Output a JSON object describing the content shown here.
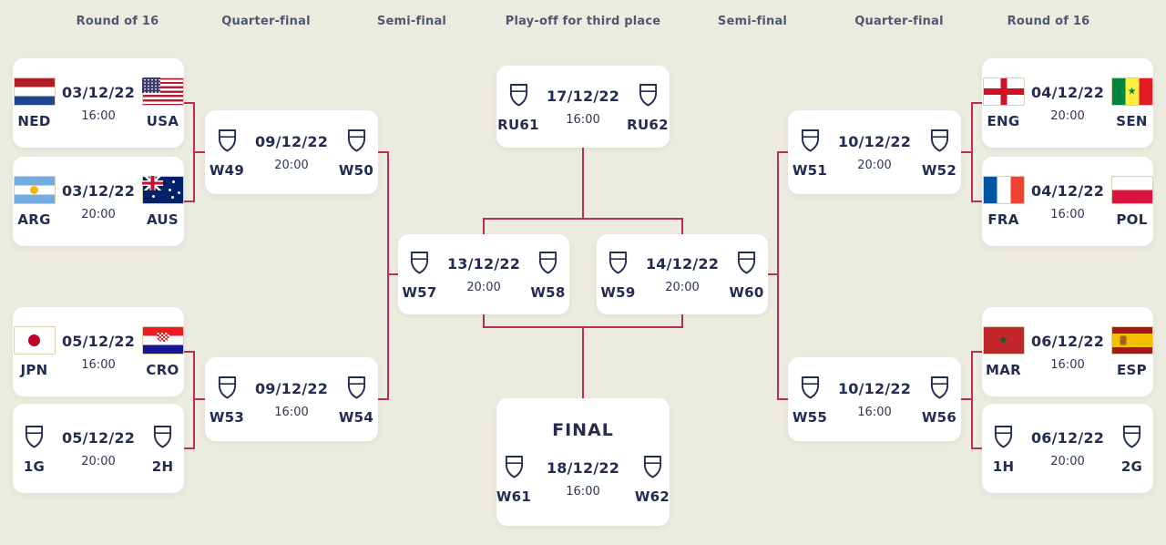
{
  "columns": [
    "Round of 16",
    "Quarter-final",
    "Semi-final",
    "Play-off for third place",
    "Semi-final",
    "Quarter-final",
    "Round of 16"
  ],
  "colors": {
    "background": "#ecebe0",
    "card": "#ffffff",
    "connector": "#bd2d55",
    "text": "#232c51",
    "header_text": "#4f586f"
  },
  "icons": {
    "team_placeholder": "shield-icon"
  },
  "matches": {
    "ned_usa": {
      "home": {
        "code": "NED",
        "flag": "ned"
      },
      "away": {
        "code": "USA",
        "flag": "usa"
      },
      "date": "03/12/22",
      "time": "16:00"
    },
    "arg_aus": {
      "home": {
        "code": "ARG",
        "flag": "arg"
      },
      "away": {
        "code": "AUS",
        "flag": "aus"
      },
      "date": "03/12/22",
      "time": "20:00"
    },
    "jpn_cro": {
      "home": {
        "code": "JPN",
        "flag": "jpn"
      },
      "away": {
        "code": "CRO",
        "flag": "cro"
      },
      "date": "05/12/22",
      "time": "16:00"
    },
    "g1_h2": {
      "home": {
        "code": "1G"
      },
      "away": {
        "code": "2H"
      },
      "date": "05/12/22",
      "time": "20:00"
    },
    "w49_w50": {
      "home": {
        "code": "W49"
      },
      "away": {
        "code": "W50"
      },
      "date": "09/12/22",
      "time": "20:00"
    },
    "w53_w54": {
      "home": {
        "code": "W53"
      },
      "away": {
        "code": "W54"
      },
      "date": "09/12/22",
      "time": "16:00"
    },
    "w57_w58": {
      "home": {
        "code": "W57"
      },
      "away": {
        "code": "W58"
      },
      "date": "13/12/22",
      "time": "20:00"
    },
    "w59_w60": {
      "home": {
        "code": "W59"
      },
      "away": {
        "code": "W60"
      },
      "date": "14/12/22",
      "time": "20:00"
    },
    "playoff": {
      "home": {
        "code": "RU61"
      },
      "away": {
        "code": "RU62"
      },
      "date": "17/12/22",
      "time": "16:00"
    },
    "final": {
      "title": "FINAL",
      "home": {
        "code": "W61"
      },
      "away": {
        "code": "W62"
      },
      "date": "18/12/22",
      "time": "16:00"
    },
    "w51_w52": {
      "home": {
        "code": "W51"
      },
      "away": {
        "code": "W52"
      },
      "date": "10/12/22",
      "time": "20:00"
    },
    "w55_w56": {
      "home": {
        "code": "W55"
      },
      "away": {
        "code": "W56"
      },
      "date": "10/12/22",
      "time": "16:00"
    },
    "eng_sen": {
      "home": {
        "code": "ENG",
        "flag": "eng"
      },
      "away": {
        "code": "SEN",
        "flag": "sen"
      },
      "date": "04/12/22",
      "time": "20:00"
    },
    "fra_pol": {
      "home": {
        "code": "FRA",
        "flag": "fra"
      },
      "away": {
        "code": "POL",
        "flag": "pol"
      },
      "date": "04/12/22",
      "time": "16:00"
    },
    "mar_esp": {
      "home": {
        "code": "MAR",
        "flag": "mar"
      },
      "away": {
        "code": "ESP",
        "flag": "esp"
      },
      "date": "06/12/22",
      "time": "16:00"
    },
    "h1_g2": {
      "home": {
        "code": "1H"
      },
      "away": {
        "code": "2G"
      },
      "date": "06/12/22",
      "time": "20:00"
    }
  }
}
